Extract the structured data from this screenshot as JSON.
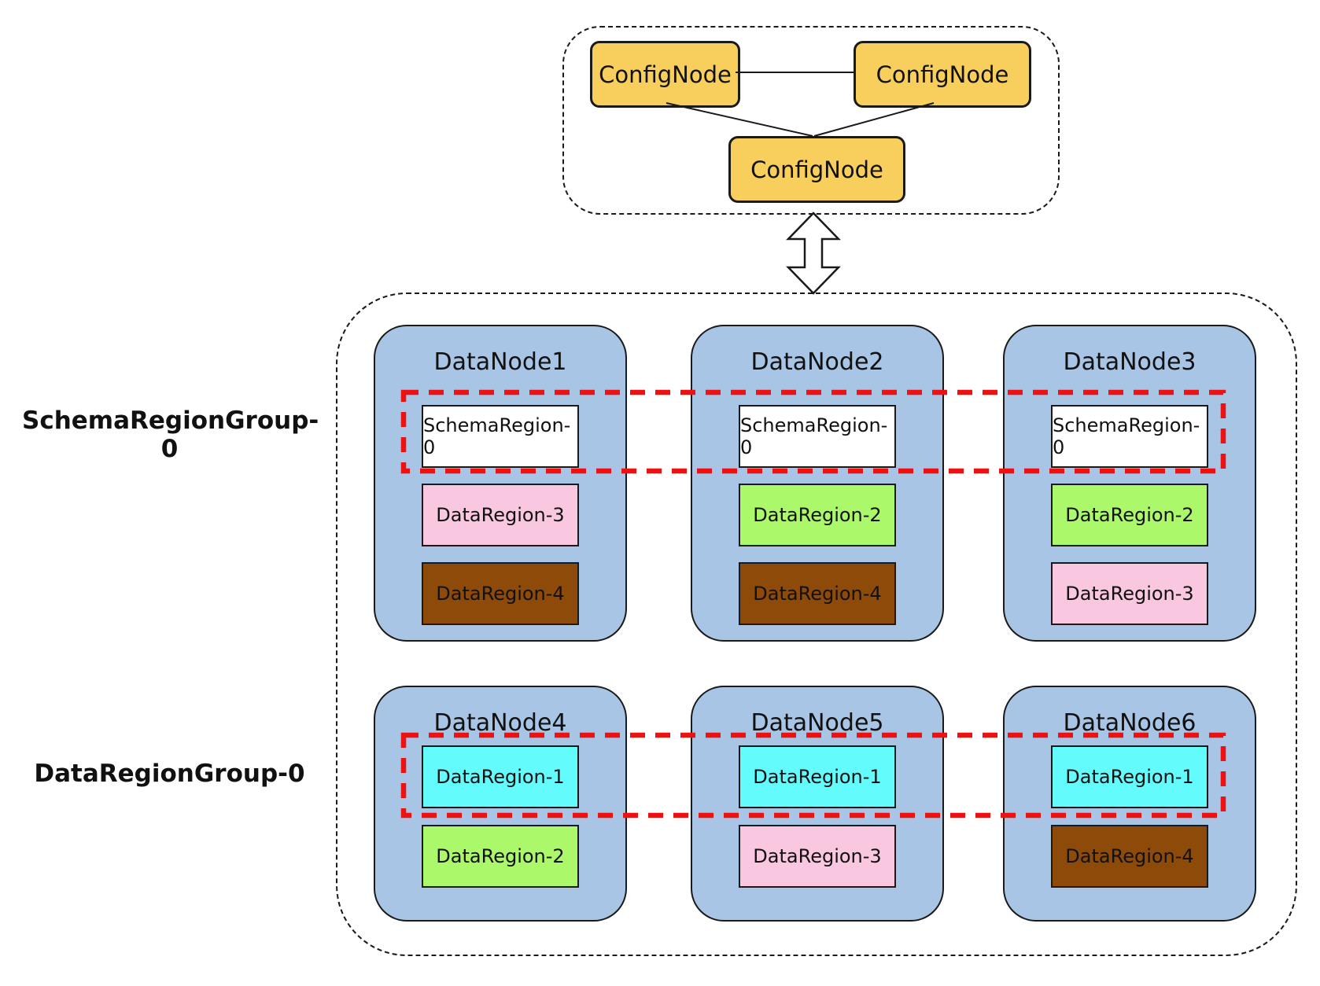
{
  "palette": {
    "config_node_fill": "#F8CE5C",
    "data_node_fill": "#A9C5E5",
    "line_color": "#1a1a1a"
  },
  "config_cluster": {
    "nodes": [
      {
        "label": "ConfigNode"
      },
      {
        "label": "ConfigNode"
      },
      {
        "label": "ConfigNode"
      }
    ]
  },
  "groups": [
    {
      "label": "SchemaRegionGroup-0",
      "color": "#EE1111"
    },
    {
      "label": "DataRegionGroup-0",
      "color": "#EE1111"
    }
  ],
  "datanodes": [
    {
      "name": "DataNode1",
      "regions": [
        {
          "label": "SchemaRegion-0",
          "color": "#FFFFFF"
        },
        {
          "label": "DataRegion-3",
          "color": "#FAC7E0"
        },
        {
          "label": "DataRegion-4",
          "color": "#8E4A08"
        }
      ]
    },
    {
      "name": "DataNode2",
      "regions": [
        {
          "label": "SchemaRegion-0",
          "color": "#FFFFFF"
        },
        {
          "label": "DataRegion-2",
          "color": "#ABF86B"
        },
        {
          "label": "DataRegion-4",
          "color": "#8E4A08"
        }
      ]
    },
    {
      "name": "DataNode3",
      "regions": [
        {
          "label": "SchemaRegion-0",
          "color": "#FFFFFF"
        },
        {
          "label": "DataRegion-2",
          "color": "#ABF86B"
        },
        {
          "label": "DataRegion-3",
          "color": "#FAC7E0"
        }
      ]
    },
    {
      "name": "DataNode4",
      "regions": [
        {
          "label": "DataRegion-1",
          "color": "#63FBFB"
        },
        {
          "label": "DataRegion-2",
          "color": "#ABF86B"
        }
      ]
    },
    {
      "name": "DataNode5",
      "regions": [
        {
          "label": "DataRegion-1",
          "color": "#63FBFB"
        },
        {
          "label": "DataRegion-3",
          "color": "#FAC7E0"
        }
      ]
    },
    {
      "name": "DataNode6",
      "regions": [
        {
          "label": "DataRegion-1",
          "color": "#63FBFB"
        },
        {
          "label": "DataRegion-4",
          "color": "#8E4A08"
        }
      ]
    }
  ]
}
